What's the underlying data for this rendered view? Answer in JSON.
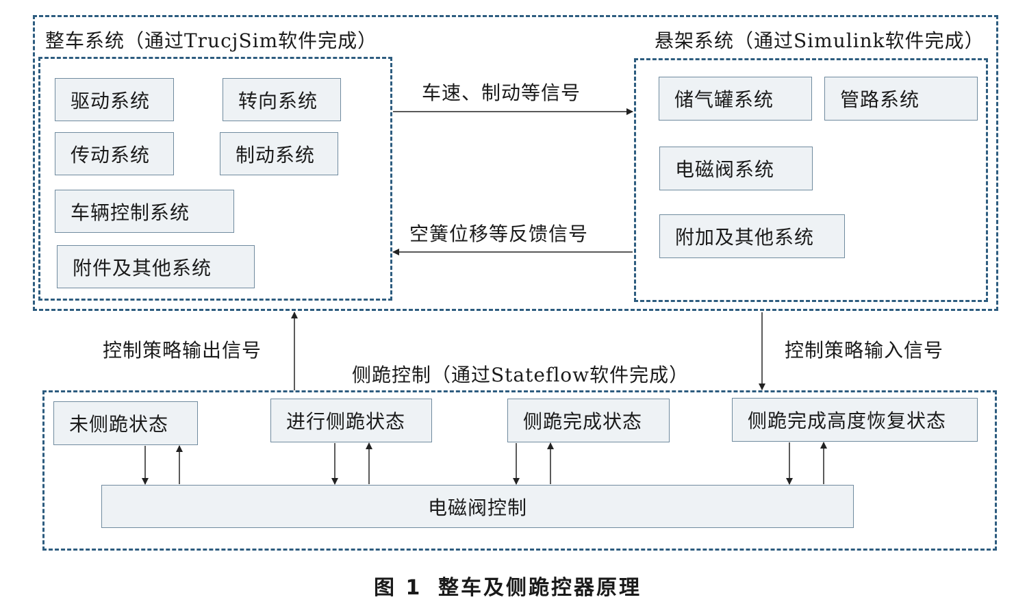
{
  "vehicle": {
    "title": "整车系统（通过TrucjSim软件完成）",
    "items": [
      "驱动系统",
      "转向系统",
      "传动系统",
      "制动系统",
      "车辆控制系统",
      "附件及其他系统"
    ]
  },
  "suspension": {
    "title": "悬架系统（通过Simulink软件完成）",
    "items": [
      "储气罐系统",
      "管路系统",
      "电磁阀系统",
      "附加及其他系统"
    ]
  },
  "signals": {
    "to_suspension": "车速、制动等信号",
    "to_vehicle": "空簧位移等反馈信号",
    "strategy_output": "控制策略输出信号",
    "strategy_input": "控制策略输入信号"
  },
  "kneel": {
    "title": "侧跪控制（通过Stateflow软件完成）",
    "states": [
      "未侧跪状态",
      "进行侧跪状态",
      "侧跪完成状态",
      "侧跪完成高度恢复状态"
    ],
    "valve": "电磁阀控制"
  },
  "caption": {
    "number": "图 1",
    "text": "整车及侧跪控器原理"
  },
  "colors": {
    "dash": "#2d5c7f",
    "box_fill": "#eef2f5",
    "box_border": "#6f8a9e",
    "arrow": "#222222"
  }
}
